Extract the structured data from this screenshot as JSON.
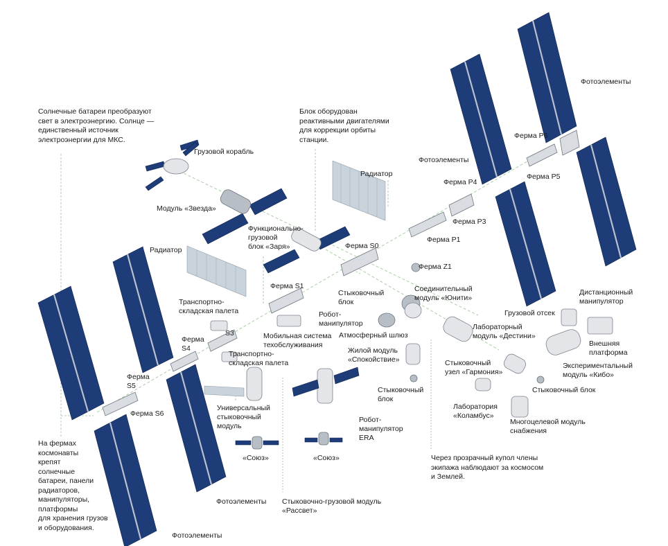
{
  "notes": {
    "solar": "Солнечные батареи преобразуют\nсвет в электроэнергию. Солнце —\nединственный источник\nэлектроэнергии для МКС.",
    "thrusters": "Блок оборудован\nреактивными двигателями\nдля коррекции орбиты\nстанции.",
    "trusses": "На фермах\nкосмонавты\nкрепят\nсолнечные\nбатареи, панели\nрадиаторов,\nманипуляторы,\nплатформы\nдля хранения грузов\nи оборудования.",
    "cupola": "Через прозрачный купол члены\nэкипажа наблюдают за космосом\nи Землей."
  },
  "labels": {
    "photo_top_right": "Фотоэлементы",
    "photo_mid": "Фотоэлементы",
    "photo_bottom_left": "Фотоэлементы",
    "photo_bottom": "Фотоэлементы",
    "p6": "Ферма P6",
    "p5": "Ферма P5",
    "p4": "Ферма P4",
    "p3": "Ферма P3",
    "p1": "Ферма P1",
    "s0": "Ферма S0",
    "z1": "Ферма Z1",
    "s1": "Ферма S1",
    "s3": "S3",
    "s4": "Ферма\nS4",
    "s5": "Ферма\nS5",
    "s6": "Ферма S6",
    "cargo_ship": "Грузовой корабль",
    "zvezda": "Модуль «Звезда»",
    "zarya": "Функционально-\nгрузовой\nблок «Заря»",
    "radiator_top": "Радиатор",
    "radiator_left": "Радиатор",
    "docking_block": "Стыковочный\nблок",
    "unity": "Соединительный\nмодуль «Юнити»",
    "pallet_1": "Транспортно-\nскладская палета",
    "pallet_2": "Транспортно-\nскладская палета",
    "mobile_system": "Мобильная система\nтехобслуживания",
    "robot_arm": "Робот-\nманипулятор",
    "airlock": "Атмосферный шлюз",
    "tranquility": "Жилой модуль\n«Спокойствие»",
    "docking_block_2": "Стыковочный\nблок",
    "destiny": "Лабораторный\nмодуль «Дестини»",
    "cargo_bay": "Грузовой отсек",
    "remote_arm": "Дистанционный\nманипулятор",
    "external_platform": "Внешняя\nплатформа",
    "kibo": "Экспериментальный\nмодуль «Кибо»",
    "harmony": "Стыковочный\nузел «Гармония»",
    "docking_block_3": "Стыковочный блок",
    "columbus": "Лаборатория\n«Коламбус»",
    "mplm": "Многоцелевой модуль\nснабжения",
    "universal_docking": "Универсальный\nстыковочный\nмодуль",
    "soyuz_1": "«Союз»",
    "soyuz_2": "«Союз»",
    "era": "Робот-\nманипулятор\nERA",
    "rassvet": "Стыковочно-грузовой модуль\n«Рассвет»"
  },
  "colors": {
    "solar_panel": "#1d3c78",
    "leader_line": "#9ac29a",
    "radiator": "#c9d3db",
    "module": "#e3e5e8"
  }
}
